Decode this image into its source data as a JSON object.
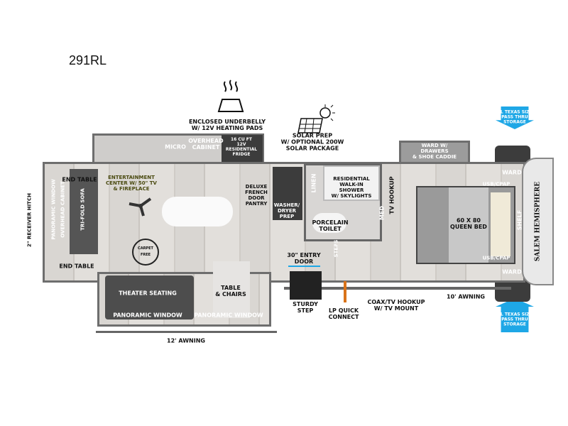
{
  "title": "291RL",
  "features": {
    "underbelly": "ENCLOSED UNDERBELLY\nW/ 12V HEATING PADS",
    "solar": "SOLAR PREP\nW/ OPTIONAL 200W\nSOLAR PACKAGE",
    "storage_top": "XL TEXAS SIZE\nPASS THRU\nSTORAGE",
    "storage_bottom": "XL TEXAS SIZE\nPASS THRU\nSTORAGE"
  },
  "rooms": {
    "micro": "MICRO",
    "overhead_cabinet": "OVERHEAD\nCABINET",
    "fridge": "16 CU FT\n12V\nRESIDENTIAL\nFRIDGE",
    "end_table_top": "END TABLE",
    "entertainment": "ENTERTAINMENT\nCENTER W/ 50\" TV\n& FIREPLACE",
    "pantry": "DELUXE\nFRENCH\nDOOR\nPANTRY",
    "washer": "WASHER/\nDRYER\nPREP",
    "linen": "LINEN",
    "shower": "RESIDENTIAL\nWALK-IN\nSHOWER\nW/ SKYLIGHTS",
    "tv_hookup": "TV HOOKUP",
    "ward_drawers": "WARD W/\nDRAWERS\n& SHOE CADDIE",
    "ward_top": "WARD",
    "usb_top": "USB/CPAP",
    "bed": "60 X 80\nQUEEN BED",
    "shelf": "SHELF",
    "toilet": "PORCELAIN\nTOILET",
    "med": "MED",
    "usb_bottom": "USB/CPAP",
    "ward_bottom": "WARD",
    "pano_left": "PANORAMIC WINDOW",
    "overhead_left": "OVERHEAD CABINET",
    "sofa": "TRI-FOLD SOFA",
    "hitch": "2\" RECEIVER HITCH",
    "end_table_bottom": "END TABLE",
    "carpet_free": "CARPET FREE",
    "theater": "THEATER SEATING",
    "table": "TABLE\n& CHAIRS",
    "pano_1": "PANORAMIC WINDOW",
    "pano_2": "PANORAMIC WINDOW",
    "entry_door": "30\" ENTRY\nDOOR",
    "steps": "STEPS",
    "sturdy_step": "STURDY\nSTEP",
    "lp": "LP QUICK\nCONNECT",
    "coax": "COAX/TV HOOKUP\nW/ TV MOUNT",
    "awning_10": "10' AWNING",
    "awning_12": "12' AWNING",
    "logo": "SALEM HEMISPHERE"
  },
  "colors": {
    "accent": "#1ea7e6"
  }
}
